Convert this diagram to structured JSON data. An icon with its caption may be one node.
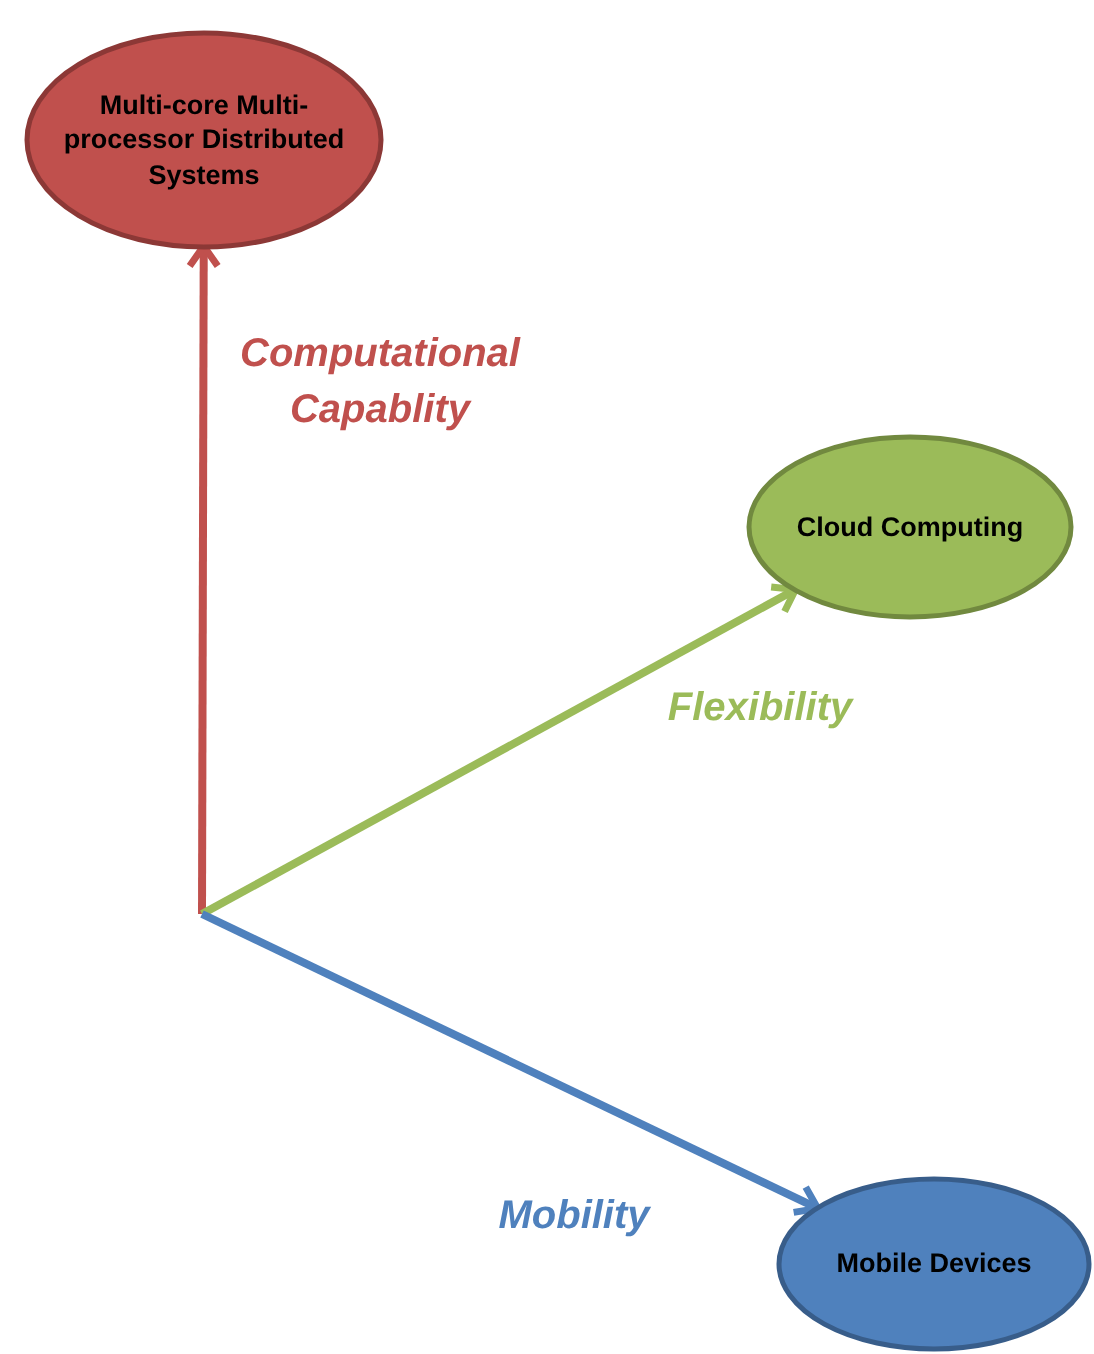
{
  "diagram": {
    "nodes": [
      {
        "text": [
          "Multi-core Multi-processor Distributed Systems"
        ]
      },
      {
        "text": [
          "Cloud Computing"
        ]
      },
      {
        "text": [
          "Mobile Devices"
        ]
      }
    ],
    "edges": [
      {
        "from": null,
        "to": 0,
        "arrow": "to",
        "label": "Computational Capablity",
        "color": "#c0504d"
      },
      {
        "from": null,
        "to": 1,
        "arrow": "to",
        "label": "Flexibility",
        "color": "#9bbb59"
      },
      {
        "from": null,
        "to": 2,
        "arrow": "to",
        "label": "Mobility",
        "color": "#4f81bd"
      }
    ]
  }
}
